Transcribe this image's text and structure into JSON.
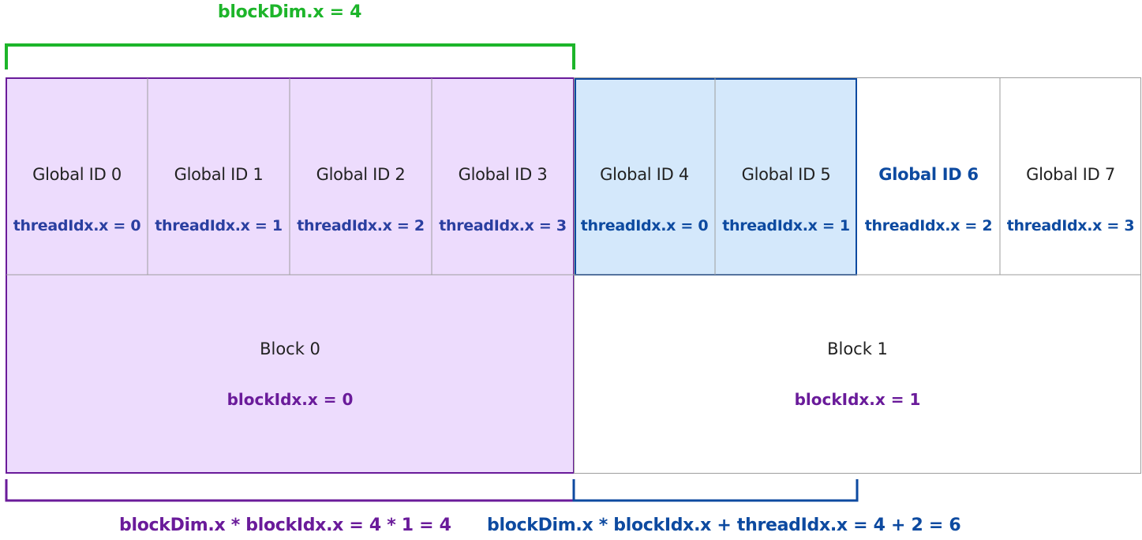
{
  "block_dim_label": "blockDim.x = 4",
  "threads": [
    {
      "global": "Global ID 0",
      "thread": "threadIdx.x = 0"
    },
    {
      "global": "Global ID 1",
      "thread": "threadIdx.x = 1"
    },
    {
      "global": "Global ID 2",
      "thread": "threadIdx.x = 2"
    },
    {
      "global": "Global ID 3",
      "thread": "threadIdx.x = 3"
    },
    {
      "global": "Global ID 4",
      "thread": "threadIdx.x = 0"
    },
    {
      "global": "Global ID 5",
      "thread": "threadIdx.x = 1"
    },
    {
      "global": "Global ID 6",
      "thread": "threadIdx.x = 2"
    },
    {
      "global": "Global ID 7",
      "thread": "threadIdx.x = 3"
    }
  ],
  "blocks": [
    {
      "name": "Block 0",
      "index": "blockIdx.x = 0"
    },
    {
      "name": "Block 1",
      "index": "blockIdx.x = 1"
    }
  ],
  "formula_block_offset": "blockDim.x * blockIdx.x = 4 * 1 = 4",
  "formula_global_id": "blockDim.x * blockIdx.x + threadIdx.x = 4 + 2 = 6",
  "colors": {
    "block_dim": "#1db52a",
    "block0_fill": "#eddcfd",
    "block0_border": "#6a1b9a",
    "highlight_fill": "#d4e8fb",
    "highlight_border": "#0d4aa0",
    "thread_label": "#2a3fa0"
  }
}
